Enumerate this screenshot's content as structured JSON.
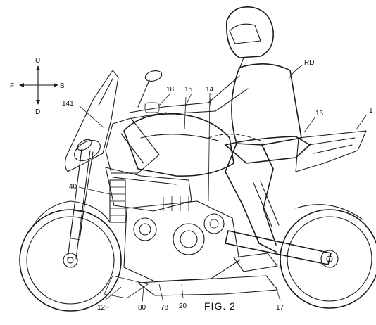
{
  "figure_label": "FIG. 2",
  "directions": {
    "up": "U",
    "down": "D",
    "front": "F",
    "back": "B"
  },
  "labels": {
    "vehicle": "1",
    "rider": "RD",
    "r14": "14",
    "r15": "15",
    "r16": "16",
    "r17": "17",
    "r18": "18",
    "r20": "20",
    "r40": "40",
    "r78": "78",
    "r80": "80",
    "r141": "141",
    "r12f": "12F"
  }
}
